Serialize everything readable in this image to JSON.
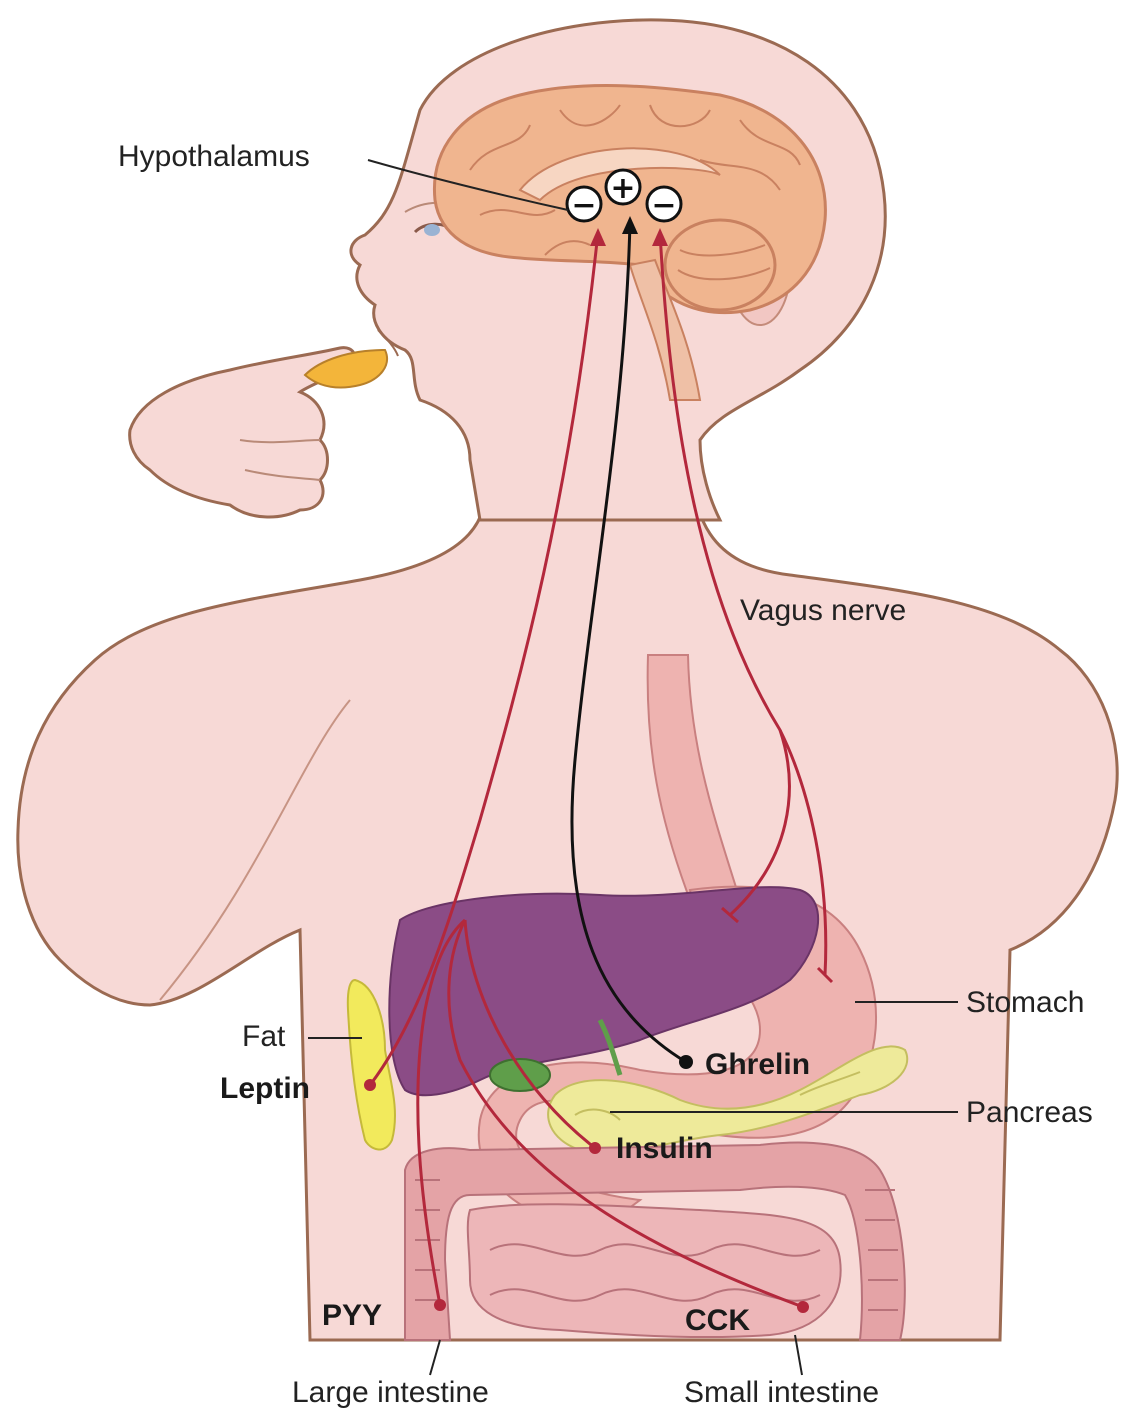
{
  "hypothalamus": {
    "label": "Hypothalamus",
    "signs": [
      "−",
      "+",
      "−"
    ]
  },
  "vagus_nerve": {
    "label": "Vagus nerve"
  },
  "organs": {
    "stomach": "Stomach",
    "fat": "Fat",
    "pancreas": "Pancreas",
    "large_intestine": "Large intestine",
    "small_intestine": "Small intestine"
  },
  "hormones": {
    "leptin": "Leptin",
    "ghrelin": "Ghrelin",
    "insulin": "Insulin",
    "pyy": "PYY",
    "cck": "CCK"
  },
  "colors": {
    "skin": "#f7d9d6",
    "outline": "#9b6a52",
    "brain": "#f0b58f",
    "liver": "#8b4c86",
    "stomach": "#eeb3b0",
    "intestine": "#e4a3a6",
    "pancreas": "#eeea9a",
    "fat": "#f2ea5c",
    "gallbladder": "#5f9e4a",
    "signal_inhibit": "#b3283c",
    "signal_stimulate": "#111111"
  }
}
